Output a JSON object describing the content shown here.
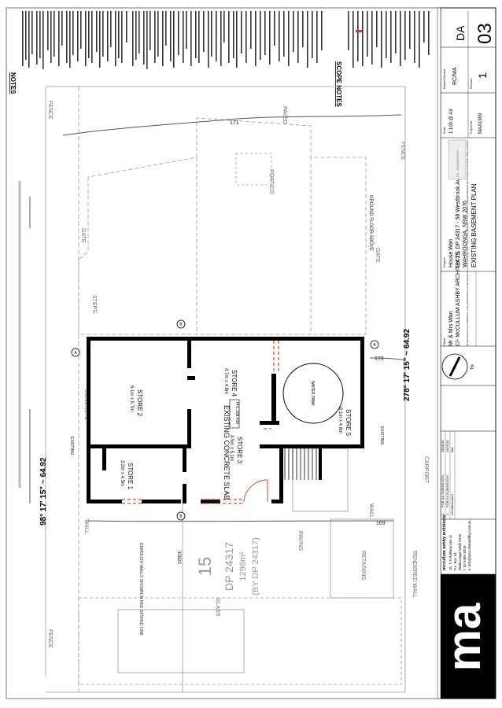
{
  "sheet": {
    "headings": {
      "notes": "NOTES",
      "scope_notes": "SCOPE NOTES"
    },
    "site_labels": {
      "fence": "FENCE",
      "gate": "GATE",
      "wall": "WALL",
      "paving": "PAVING",
      "carport": "CARPORT",
      "retaining": "RETAINING",
      "rendered_wall": "RENDERED WALL",
      "portico": "PORTICO",
      "steps": "STEPS",
      "concrete": "CONCRETE",
      "paved": "PAVED",
      "ground_floor_above": "GROUND FLOOR ABOVE",
      "glass": "GLASS",
      "existing": "EXISTING",
      "demolish_walls": "DEMOLISH WALLS SHOWN IN RED DASHED LINE"
    },
    "rooms": {
      "store1": {
        "name": "STORE 1",
        "size": "3.2m x 4.5m"
      },
      "store2": {
        "name": "STORE 2",
        "size": "6.1m x 5.7m"
      },
      "store3": {
        "name": "STORE 3",
        "size": "4.5m x 5.1m"
      },
      "store4": {
        "name": "STORE 4",
        "size": "4.7m x 4.8m"
      },
      "store5": {
        "name": "STORE 5",
        "size": "6.1m x 4.8m"
      },
      "slab": "EXISTING CONCRETE SLAB",
      "ffl": "FFL 168.430",
      "water_tank": "WATER TANK"
    },
    "bearings": {
      "left": "98° 17' 15\" ~ 64.92",
      "right": "278° 17' 15\" ~ 64.92"
    },
    "dims": {
      "side": "30820"
    },
    "contours": {
      "c171": "171",
      "c170": "170",
      "c169": "169"
    },
    "lot_block": {
      "lot": "15",
      "dp": "DP 24317",
      "area": "1296m²",
      "by": "(BY DP 24317)"
    },
    "markers": {
      "sec1": "B",
      "sec2": "A"
    }
  },
  "title_block": {
    "firm": "mccullum ashby architects",
    "firm_address": [
      "1b, 1-5 Railway Ave or",
      "P.o. Box 34",
      "Wahroonga NSW 2076",
      "t: 02 9489 4033",
      "e: info@mccullumashby.com.au"
    ],
    "logo_text": "ma",
    "revisions": {
      "headers": [
        "amend",
        "description",
        "date"
      ],
      "rows": [
        {
          "rev": "2",
          "desc": "FOR DA SUBMISSION",
          "date": "28/08/18"
        },
        {
          "rev": "1",
          "desc": "FOR DA SUBMISSION",
          "date": "16/07/18"
        }
      ]
    },
    "client_label": "Client",
    "client": "Mr & Mrs Wan",
    "client_care": "C/- McCULLUM ASHBY ARCHITECTS",
    "copyright": "All dimensions are in millimetres, verify all dimensions on site and prior to commencing any work. Report discrepancies to the architect. Copyright Remains the property of mccullum ashby architects.",
    "project_label": "Project",
    "project": "House Wan",
    "address1": "Lot 15, DP 24317 - 58 Westbrook Ave",
    "address2": "WAHROONGA, NSW 2076",
    "drawing": "EXISTING BASEMENT PLAN",
    "scale_label": "Scale",
    "scale": "1:100 @ A3",
    "drawn_label": "Drawn/Checked",
    "drawn": "RC/MA",
    "job_label": "Project No",
    "job": "MAA1909",
    "rev_label": "Revision",
    "rev": "1",
    "stage": "DA",
    "sheet_no": "03",
    "stamp": "DA - SUBMISSION",
    "north": "TN"
  }
}
